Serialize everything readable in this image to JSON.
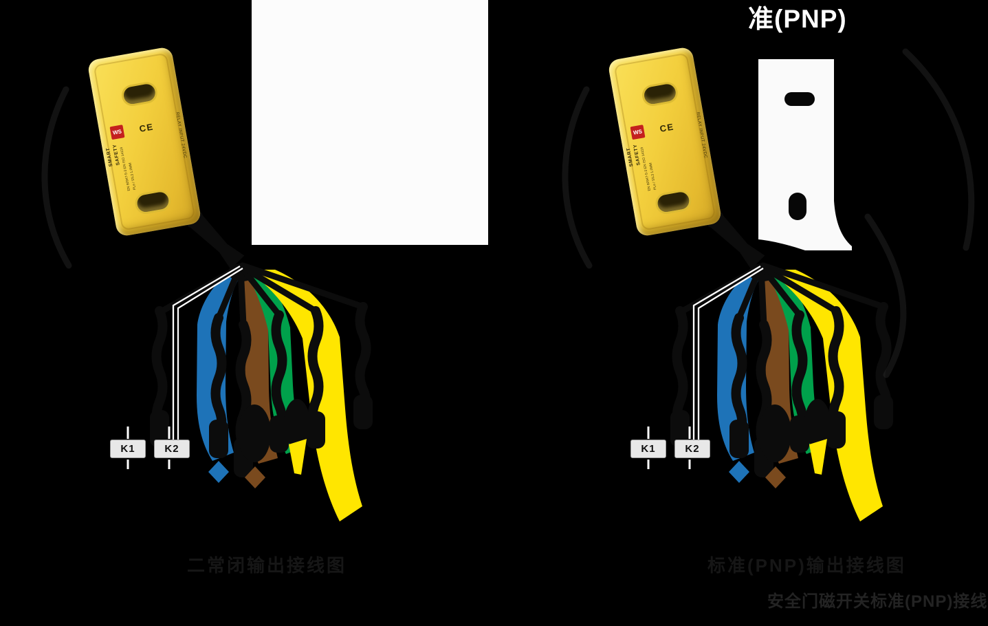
{
  "canvas": {
    "background": "#000000"
  },
  "title": {
    "text": "准(PNP)"
  },
  "device": {
    "logo": "WS",
    "brand": "SMART\nSAFETY",
    "ce_mark": "CE",
    "side_label": "RELAY INPUT 24VDC",
    "cert_line1": "EN 60947-5-3  EN ISO 14119",
    "cert_line2": "PLe / SIL3  1.0MM"
  },
  "relays": {
    "k1": "K1",
    "k2": "K2"
  },
  "captions": {
    "left_diagram": "二常闭输出接线图",
    "right_diagram": "标准(PNP)输出接线图",
    "bottom_right": "安全门磁开关标准(PNP)接线图"
  },
  "wire_colors": {
    "blue": "#1e73b8",
    "brown": "#7a4a1e",
    "green": "#00a14b",
    "yellow": "#ffe600",
    "black": "#0c0c0c",
    "white": "#ffffff"
  }
}
